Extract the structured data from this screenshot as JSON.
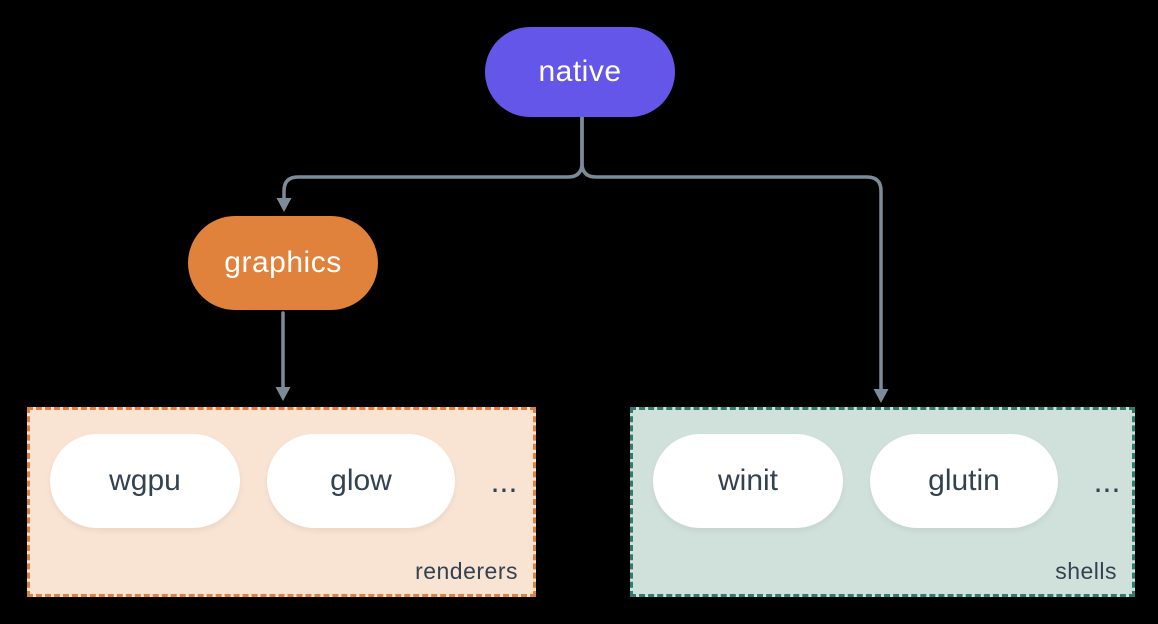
{
  "diagram": {
    "background_color": "#000000",
    "connector_color": "#7d8b99",
    "nodes": {
      "native": {
        "label": "native",
        "color": "#6456e8",
        "text_color": "#ffffff"
      },
      "graphics": {
        "label": "graphics",
        "color": "#e0813c",
        "text_color": "#ffffff"
      }
    },
    "groups": [
      {
        "label": "renderers",
        "fill_color": "#f9e3d3",
        "border_color": "#e0813c",
        "pills": [
          "wgpu",
          "glow"
        ],
        "more_label": "...",
        "pill_fill": "#ffffff",
        "pill_text_color": "#334250"
      },
      {
        "label": "shells",
        "fill_color": "#d0e1db",
        "border_color": "#2e7d6e",
        "pills": [
          "winit",
          "glutin"
        ],
        "more_label": "...",
        "pill_fill": "#ffffff",
        "pill_text_color": "#334250"
      }
    ],
    "edges": [
      {
        "from": "native",
        "to": "graphics"
      },
      {
        "from": "native",
        "to": "shells-group"
      },
      {
        "from": "graphics",
        "to": "renderers-group"
      }
    ]
  }
}
